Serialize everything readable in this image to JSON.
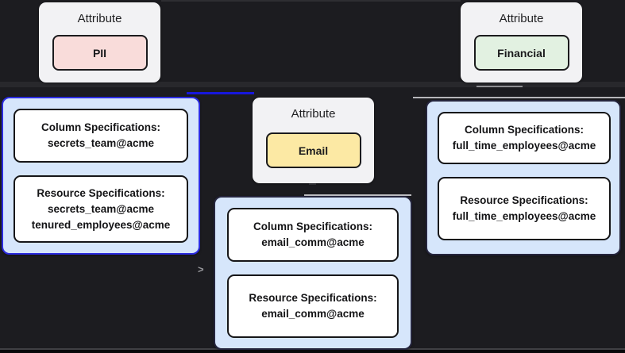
{
  "attribute_nodes": [
    {
      "title": "Attribute",
      "tag": "PII",
      "tag_color": "#f9dcda"
    },
    {
      "title": "Attribute",
      "tag": "Email",
      "tag_color": "#fce9a4"
    },
    {
      "title": "Attribute",
      "tag": "Financial",
      "tag_color": "#e2f1e1"
    }
  ],
  "spec_nodes": [
    {
      "column_header": "Column Specifications:",
      "column_values": [
        "secrets_team@acme"
      ],
      "resource_header": "Resource Specifications:",
      "resource_values": [
        "secrets_team@acme",
        "tenured_employees@acme"
      ]
    },
    {
      "column_header": "Column Specifications:",
      "column_values": [
        "email_comm@acme"
      ],
      "resource_header": "Resource Specifications:",
      "resource_values": [
        "email_comm@acme"
      ]
    },
    {
      "column_header": "Column Specifications:",
      "column_values": [
        "full_time_employees@acme"
      ],
      "resource_header": "Resource Specifications:",
      "resource_values": [
        "full_time_employees@acme"
      ]
    }
  ],
  "edge": {
    "arrowhead": ">"
  },
  "colors": {
    "canvas_bg": "#1c1c20",
    "attr_card_bg": "#f2f2f4",
    "group_bg": "#d6e6fb",
    "group_border_selected": "#2b2be0",
    "group_border": "#26263e",
    "spec_box_border": "#161618",
    "edge_blue": "#1717dd"
  }
}
